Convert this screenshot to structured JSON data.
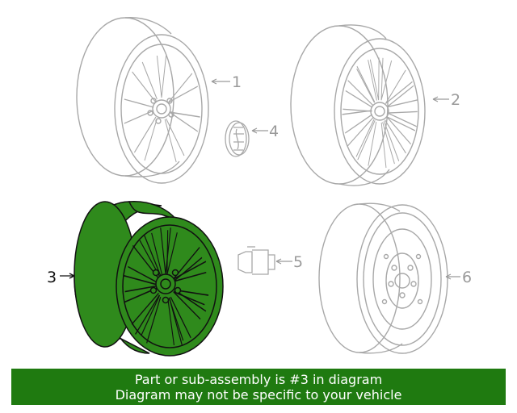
{
  "diagram": {
    "callouts": [
      "1",
      "2",
      "3",
      "4",
      "5",
      "6"
    ],
    "highlight_color": "#2f8a1c",
    "line_color": "#a8a8a8",
    "highlighted_part": "3"
  },
  "banner": {
    "line1": "Part or sub-assembly is #3 in diagram",
    "line2": "Diagram may not be specific to your vehicle",
    "color": "#1f7a10"
  }
}
